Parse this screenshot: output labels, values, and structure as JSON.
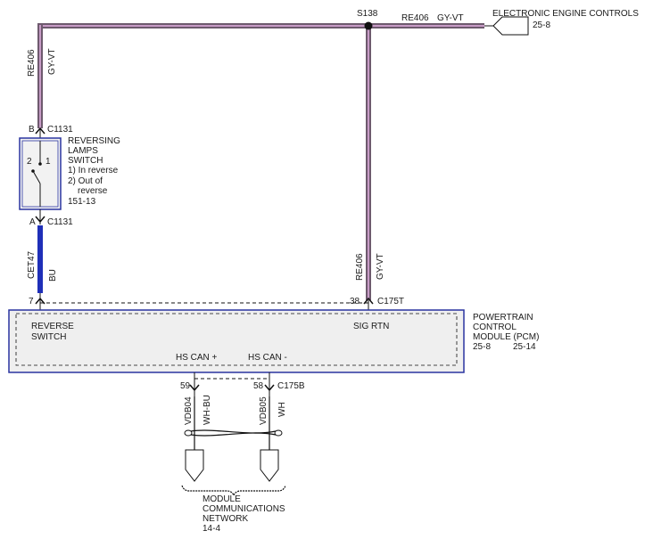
{
  "colors": {
    "gy_vt_wire_outer": "#6e5a6e",
    "gy_vt_wire_inner": "#c79bc6",
    "bu_wire": "#1f2fb8",
    "component_border": "#2a34a0",
    "module_fill": "#efefef",
    "switch_fill": "#f2f2f2",
    "line": "#1a1a1a"
  },
  "splice": {
    "label": "S138"
  },
  "top_wire": {
    "circuit": "RE406",
    "color": "GY-VT"
  },
  "electronic_engine_controls": {
    "label": "ELECTRONIC ENGINE CONTROLS",
    "ref": "25-8"
  },
  "left_wire_top": {
    "circuit": "RE406",
    "color": "GY-VT"
  },
  "connector_c1131_b": {
    "pin": "B",
    "connector": "C1131"
  },
  "reversing_switch": {
    "line1": "REVERSING",
    "line2": "LAMPS",
    "line3": "SWITCH",
    "state1": "1) In reverse",
    "state2a": "2) Out of",
    "state2b": "reverse",
    "ref": "151-13",
    "pin_left": "2",
    "pin_right": "1"
  },
  "connector_c1131_a": {
    "pin": "A",
    "connector": "C1131"
  },
  "left_wire_bottom": {
    "circuit": "CET47",
    "color": "BU"
  },
  "right_wire": {
    "circuit": "RE406",
    "color": "GY-VT"
  },
  "connector_c175t": {
    "pin_left": "7",
    "pin_right": "38",
    "connector": "C175T"
  },
  "pcm": {
    "title1": "POWERTRAIN",
    "title2": "CONTROL",
    "title3": "MODULE (PCM)",
    "ref1": "25-8",
    "ref2": "25-14",
    "reverse_line1": "REVERSE",
    "reverse_line2": "SWITCH",
    "sig_rtn": "SIG RTN",
    "hs_can_plus": "HS CAN +",
    "hs_can_minus": "HS CAN -"
  },
  "connector_c175b": {
    "pin_a": "59",
    "pin_b": "58",
    "connector": "C175B"
  },
  "can_wire_1": {
    "circuit": "VDB04",
    "color": "WH-BU"
  },
  "can_wire_2": {
    "circuit": "VDB05",
    "color": "WH"
  },
  "network": {
    "line1": "MODULE",
    "line2": "COMMUNICATIONS",
    "line3": "NETWORK",
    "ref": "14-4"
  }
}
